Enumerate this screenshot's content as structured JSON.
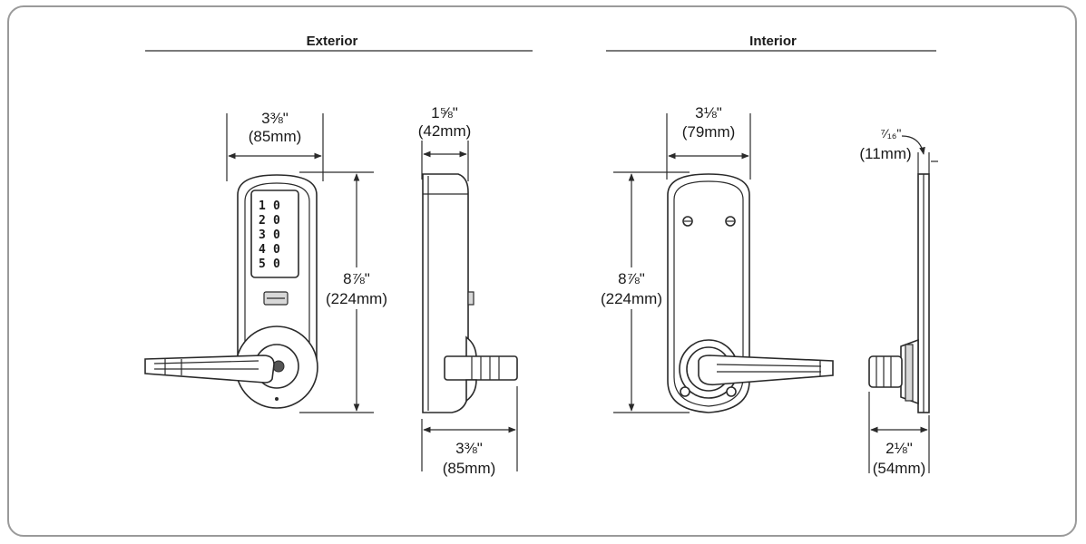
{
  "headers": {
    "exterior": "Exterior",
    "interior": "Interior"
  },
  "keypad": {
    "buttons": [
      "1",
      "0",
      "2",
      "0",
      "3",
      "0",
      "4",
      "0",
      "5",
      "0"
    ]
  },
  "dimensions": {
    "ext_width": {
      "imperial": "3⅜\"",
      "metric": "(85mm)"
    },
    "ext_height": {
      "imperial": "8⅞\"",
      "metric": "(224mm)"
    },
    "side_depth": {
      "imperial": "1⅝\"",
      "metric": "(42mm)"
    },
    "side_projection": {
      "imperial": "3⅜\"",
      "metric": "(85mm)"
    },
    "int_width": {
      "imperial": "3⅛\"",
      "metric": "(79mm)"
    },
    "int_height": {
      "imperial": "8⅞\"",
      "metric": "(224mm)"
    },
    "int_thickness": {
      "imperial": "⁷⁄₁₆\"",
      "metric": "(11mm)"
    },
    "int_projection": {
      "imperial": "2⅛\"",
      "metric": "(54mm)"
    }
  },
  "colors": {
    "line": "#2a2a2a",
    "frame": "#9a9a9a"
  }
}
